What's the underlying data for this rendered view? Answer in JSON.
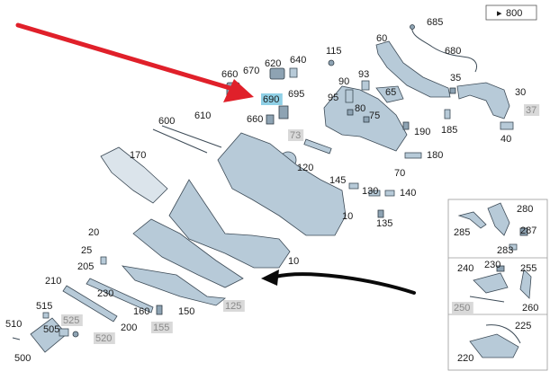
{
  "ref_box": {
    "label": "800"
  },
  "callouts": [
    {
      "id": "685",
      "style": "plain"
    },
    {
      "id": "680",
      "style": "plain"
    },
    {
      "id": "60",
      "style": "plain"
    },
    {
      "id": "35",
      "style": "plain"
    },
    {
      "id": "30",
      "style": "plain"
    },
    {
      "id": "37",
      "style": "grey"
    },
    {
      "id": "40",
      "style": "plain"
    },
    {
      "id": "185",
      "style": "plain"
    },
    {
      "id": "115",
      "style": "plain"
    },
    {
      "id": "90",
      "style": "plain"
    },
    {
      "id": "93",
      "style": "plain"
    },
    {
      "id": "95",
      "style": "plain"
    },
    {
      "id": "65",
      "style": "plain"
    },
    {
      "id": "80",
      "style": "plain"
    },
    {
      "id": "75",
      "style": "plain"
    },
    {
      "id": "190",
      "style": "plain"
    },
    {
      "id": "620",
      "style": "plain"
    },
    {
      "id": "640",
      "style": "plain"
    },
    {
      "id": "660",
      "style": "plain"
    },
    {
      "id": "670",
      "style": "plain"
    },
    {
      "id": "690",
      "style": "blue"
    },
    {
      "id": "695",
      "style": "plain"
    },
    {
      "id": "660b",
      "text": "660",
      "style": "plain"
    },
    {
      "id": "600",
      "style": "plain"
    },
    {
      "id": "610",
      "style": "plain"
    },
    {
      "id": "73",
      "style": "grey"
    },
    {
      "id": "120",
      "style": "plain"
    },
    {
      "id": "180",
      "style": "plain"
    },
    {
      "id": "70",
      "style": "plain"
    },
    {
      "id": "170",
      "style": "plain"
    },
    {
      "id": "145",
      "style": "plain"
    },
    {
      "id": "130",
      "style": "plain"
    },
    {
      "id": "140",
      "style": "plain"
    },
    {
      "id": "10a",
      "text": "10",
      "style": "plain"
    },
    {
      "id": "135",
      "style": "plain"
    },
    {
      "id": "10b",
      "text": "10",
      "style": "plain"
    },
    {
      "id": "20",
      "style": "plain"
    },
    {
      "id": "25",
      "style": "plain"
    },
    {
      "id": "205",
      "style": "plain"
    },
    {
      "id": "210",
      "style": "plain"
    },
    {
      "id": "230a",
      "text": "230",
      "style": "plain"
    },
    {
      "id": "515",
      "style": "plain"
    },
    {
      "id": "525",
      "style": "grey"
    },
    {
      "id": "505",
      "style": "plain"
    },
    {
      "id": "520",
      "style": "grey"
    },
    {
      "id": "510",
      "style": "plain"
    },
    {
      "id": "500",
      "style": "plain"
    },
    {
      "id": "160",
      "style": "plain"
    },
    {
      "id": "150",
      "style": "plain"
    },
    {
      "id": "200",
      "style": "plain"
    },
    {
      "id": "155",
      "style": "grey"
    },
    {
      "id": "125",
      "style": "grey"
    },
    {
      "id": "280",
      "style": "plain"
    },
    {
      "id": "285",
      "style": "plain"
    },
    {
      "id": "287",
      "style": "plain"
    },
    {
      "id": "283",
      "style": "plain"
    },
    {
      "id": "240",
      "style": "plain"
    },
    {
      "id": "230b",
      "text": "230",
      "style": "plain"
    },
    {
      "id": "255",
      "style": "plain"
    },
    {
      "id": "250",
      "style": "grey"
    },
    {
      "id": "260",
      "style": "plain"
    },
    {
      "id": "225",
      "style": "plain"
    },
    {
      "id": "220",
      "style": "plain"
    }
  ],
  "colors": {
    "red_arrow": "#e0202a",
    "black_arrow": "#0a0a0a",
    "part_fill": "#b7cad8",
    "highlight": "#8fd0e6",
    "grey_box": "#d9d9d9"
  }
}
